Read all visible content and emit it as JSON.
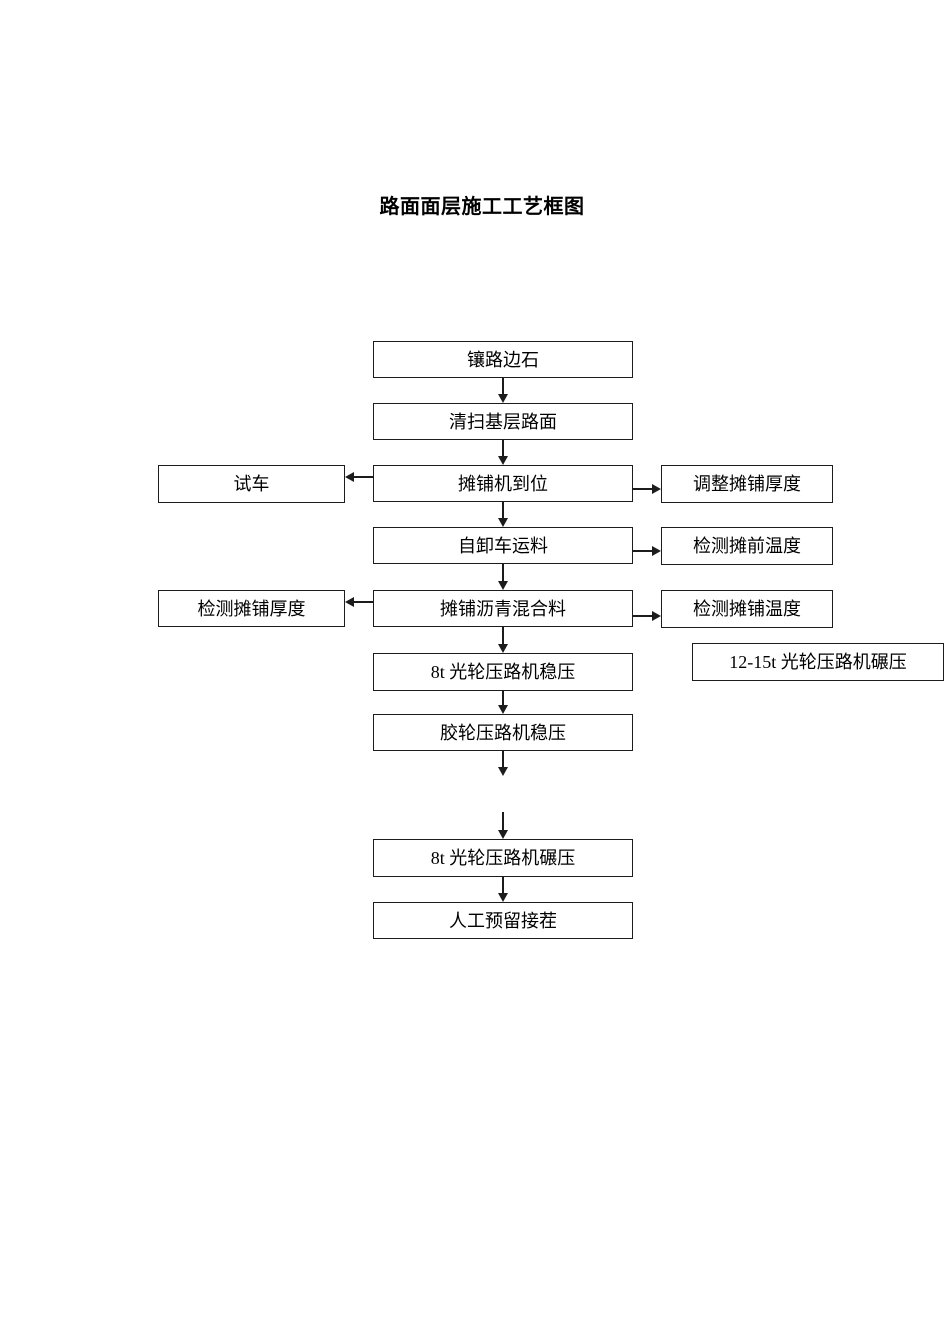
{
  "page": {
    "title": "路面面层施工工艺框图"
  },
  "colors": {
    "line": "#1c1c1c",
    "background": "#ffffff",
    "text": "#000000"
  },
  "diagram": {
    "type": "flowchart",
    "nodes": [
      {
        "id": "lay-curb",
        "label": "镶路边石"
      },
      {
        "id": "clean-base",
        "label": "清扫基层路面"
      },
      {
        "id": "test-run",
        "label": "试车"
      },
      {
        "id": "paver-in-place",
        "label": "摊铺机到位"
      },
      {
        "id": "adjust-thickness",
        "label": "调整摊铺厚度"
      },
      {
        "id": "dump-truck-haul",
        "label": "自卸车运料"
      },
      {
        "id": "check-pre-temp",
        "label": "检测摊前温度"
      },
      {
        "id": "check-thickness",
        "label": "检测摊铺厚度"
      },
      {
        "id": "pave-asphalt-mix",
        "label": "摊铺沥青混合料"
      },
      {
        "id": "check-pave-temp",
        "label": "检测摊铺温度"
      },
      {
        "id": "roller-8t-static",
        "label": "8t 光轮压路机稳压"
      },
      {
        "id": "roller-12-15t",
        "label": "12-15t 光轮压路机碾压"
      },
      {
        "id": "rubber-roller",
        "label": "胶轮压路机稳压"
      },
      {
        "id": "roller-8t-final",
        "label": "8t 光轮压路机碾压"
      },
      {
        "id": "manual-joint",
        "label": "人工预留接茬"
      }
    ],
    "edges": [
      {
        "from": "镶路边石",
        "to": "清扫基层路面",
        "direction": "down"
      },
      {
        "from": "清扫基层路面",
        "to": "摊铺机到位",
        "direction": "down"
      },
      {
        "from": "摊铺机到位",
        "to": "试车",
        "direction": "left"
      },
      {
        "from": "摊铺机到位",
        "to": "调整摊铺厚度",
        "direction": "right"
      },
      {
        "from": "摊铺机到位",
        "to": "自卸车运料",
        "direction": "down"
      },
      {
        "from": "自卸车运料",
        "to": "检测摊前温度",
        "direction": "right"
      },
      {
        "from": "自卸车运料",
        "to": "摊铺沥青混合料",
        "direction": "down"
      },
      {
        "from": "摊铺沥青混合料",
        "to": "检测摊铺厚度",
        "direction": "left"
      },
      {
        "from": "摊铺沥青混合料",
        "to": "检测摊铺温度",
        "direction": "right"
      },
      {
        "from": "摊铺沥青混合料",
        "to": "8t 光轮压路机稳压",
        "direction": "down"
      },
      {
        "from": "8t 光轮压路机稳压",
        "to": "胶轮压路机稳压",
        "direction": "down"
      },
      {
        "from": "胶轮压路机稳压",
        "to": "",
        "direction": "down",
        "note": "dangling arrow above empty gap"
      },
      {
        "from": "",
        "to": "8t 光轮压路机碾压",
        "direction": "down",
        "note": "dangling arrow below empty gap"
      },
      {
        "from": "8t 光轮压路机碾压",
        "to": "人工预留接茬",
        "direction": "down"
      }
    ],
    "notes": "box 12-15t 光轮压路机碾压 is standalone with no connecting arrows"
  }
}
